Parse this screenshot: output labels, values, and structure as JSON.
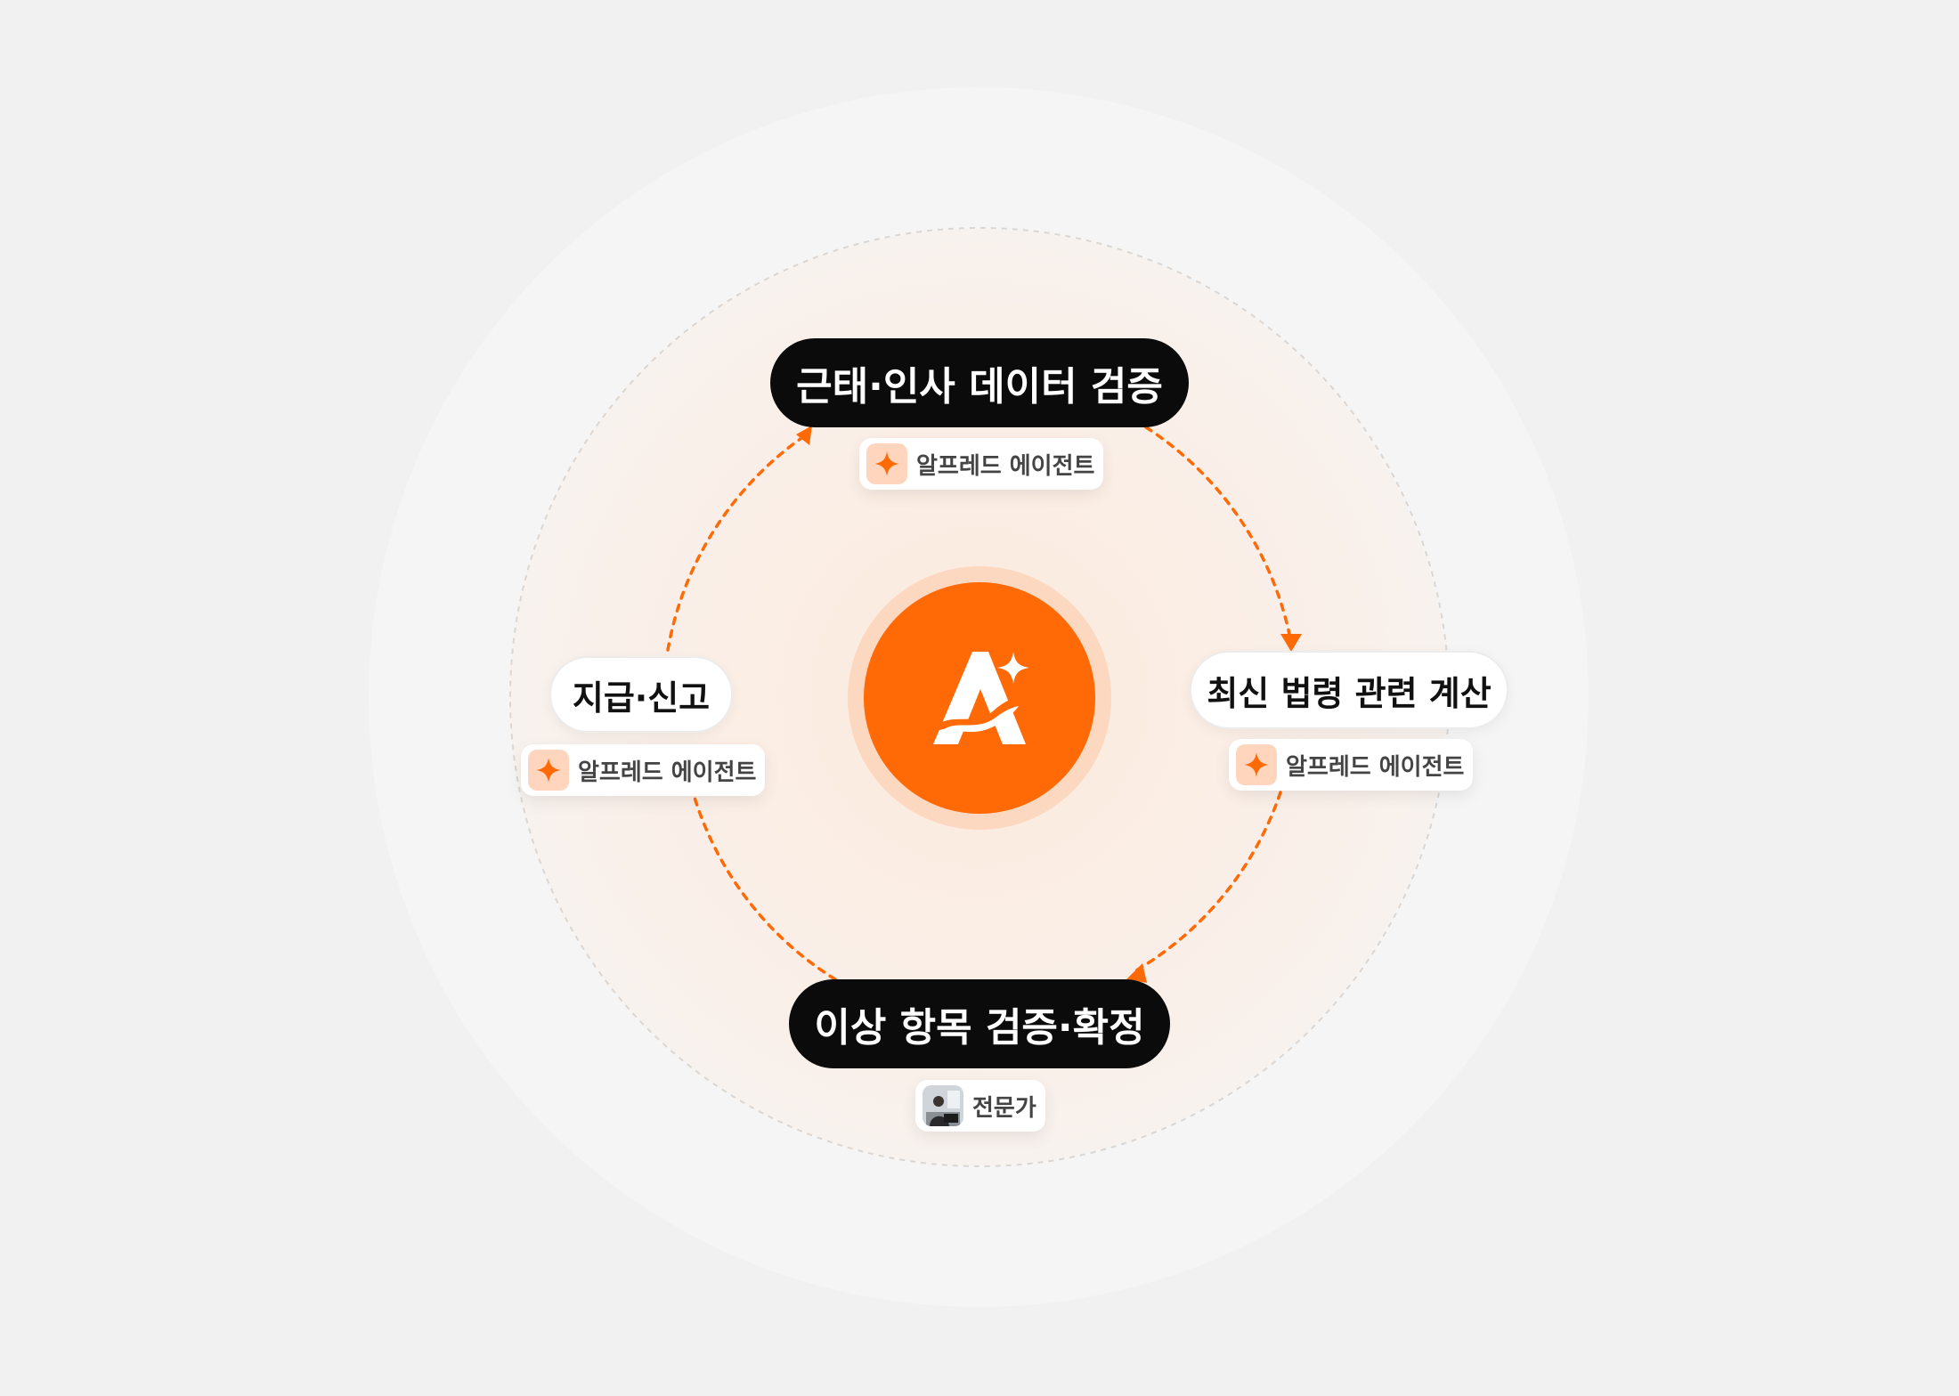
{
  "diagram": {
    "colors": {
      "accent": "#ff6a06",
      "accent_soft": "#fcd8c1",
      "dark_pill": "#0b0b0b",
      "background": "#f1f1f1"
    },
    "center": {
      "icon": "alfred-logo-icon"
    },
    "steps": [
      {
        "label": "근태·인사 데이터 검증",
        "style": "dark",
        "agent": {
          "label": "알프레드 에이전트",
          "icon": "sparkle-icon"
        }
      },
      {
        "label": "최신 법령 관련 계산",
        "style": "light",
        "agent": {
          "label": "알프레드 에이전트",
          "icon": "sparkle-icon"
        }
      },
      {
        "label": "이상 항목 검증·확정",
        "style": "dark",
        "agent": {
          "label": "전문가",
          "icon": "expert-avatar-icon"
        }
      },
      {
        "label": "지급·신고",
        "style": "light",
        "agent": {
          "label": "알프레드 에이전트",
          "icon": "sparkle-icon"
        }
      }
    ]
  }
}
